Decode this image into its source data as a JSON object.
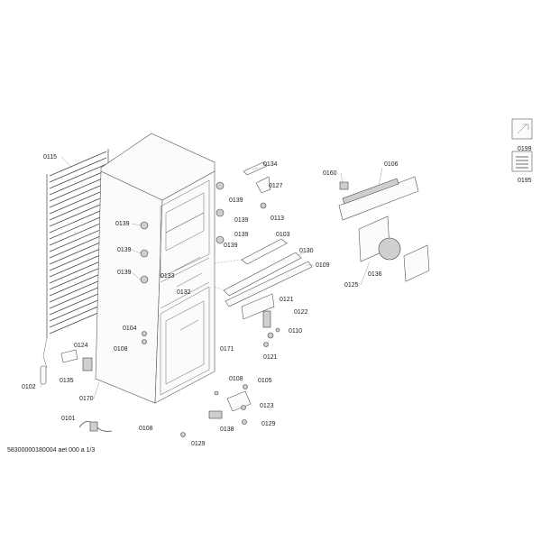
{
  "diagram": {
    "footer": "58300000180004 aet 000 a 1/3",
    "legend": [
      {
        "label": "0199",
        "icon": "wrench-book-icon"
      },
      {
        "label": "0195",
        "icon": "spring-coil-icon"
      }
    ],
    "callouts": [
      {
        "label": "0115"
      },
      {
        "label": "0134"
      },
      {
        "label": "0127"
      },
      {
        "label": "0139"
      },
      {
        "label": "0113"
      },
      {
        "label": "0139"
      },
      {
        "label": "0139"
      },
      {
        "label": "0139"
      },
      {
        "label": "0139"
      },
      {
        "label": "0139"
      },
      {
        "label": "0139"
      },
      {
        "label": "0103"
      },
      {
        "label": "0130"
      },
      {
        "label": "0109"
      },
      {
        "label": "0133"
      },
      {
        "label": "0132"
      },
      {
        "label": "0121"
      },
      {
        "label": "0122"
      },
      {
        "label": "0104"
      },
      {
        "label": "0108"
      },
      {
        "label": "0124"
      },
      {
        "label": "0110"
      },
      {
        "label": "0121"
      },
      {
        "label": "0171"
      },
      {
        "label": "0135"
      },
      {
        "label": "0102"
      },
      {
        "label": "0170"
      },
      {
        "label": "0108"
      },
      {
        "label": "0105"
      },
      {
        "label": "0123"
      },
      {
        "label": "0101"
      },
      {
        "label": "0108"
      },
      {
        "label": "0138"
      },
      {
        "label": "0129"
      },
      {
        "label": "0129"
      },
      {
        "label": "0160"
      },
      {
        "label": "0106"
      },
      {
        "label": "0136"
      },
      {
        "label": "0125"
      }
    ]
  }
}
